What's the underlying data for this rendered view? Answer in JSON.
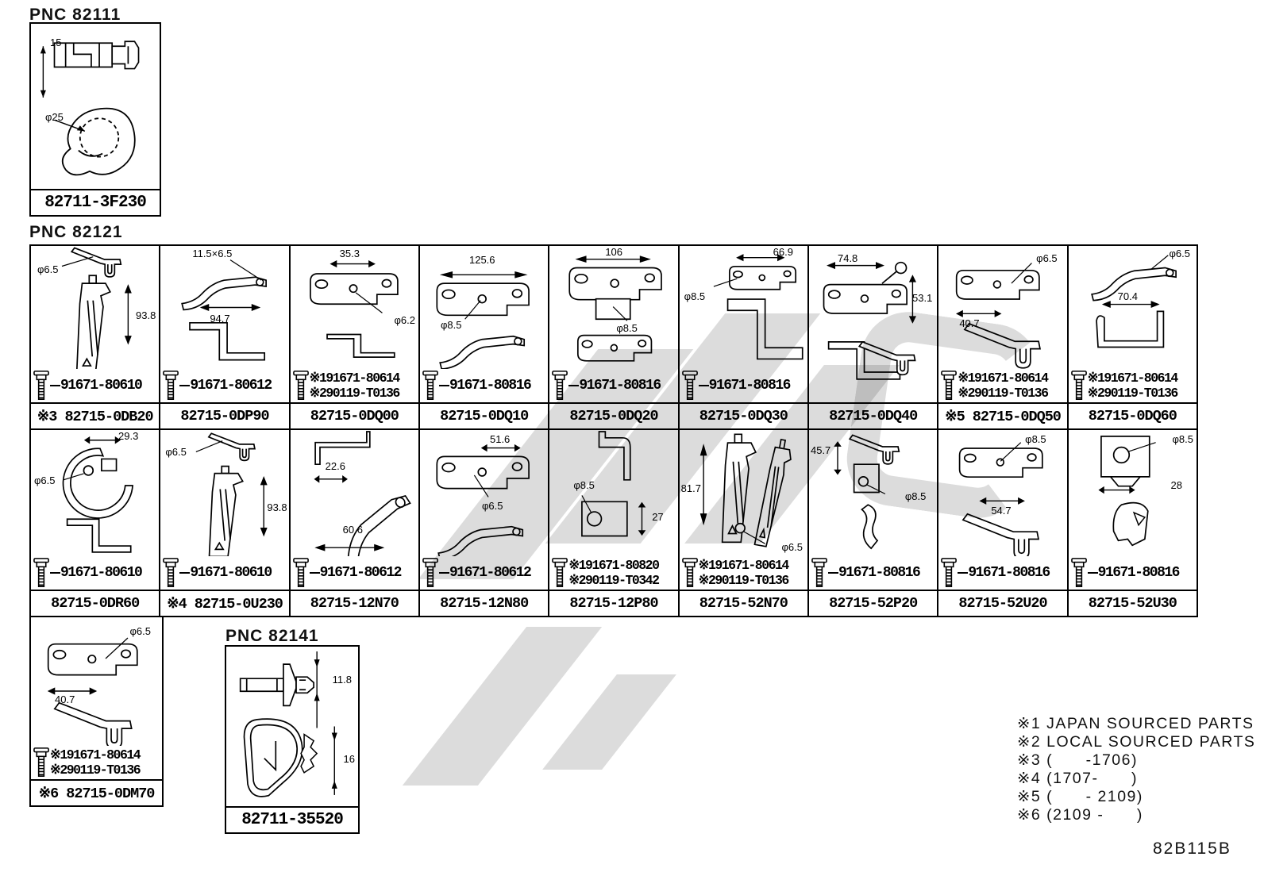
{
  "pnc82111": {
    "label": "PNC 82111",
    "dim_height": "15",
    "dim_dia": "φ25",
    "part": "82711-3F230"
  },
  "pnc82121_label": "PNC 82121",
  "pnc82141": {
    "label": "PNC 82141",
    "dim1": "11.8",
    "dim2": "16",
    "part": "82711-35520"
  },
  "row1": [
    {
      "dims": [
        "φ6.5",
        "93.8"
      ],
      "bolts": [
        "91671-80610"
      ],
      "part": "※3 82715-0DB20"
    },
    {
      "dims": [
        "11.5×6.5",
        "94.7"
      ],
      "bolts": [
        "91671-80612"
      ],
      "part": "82715-0DP90"
    },
    {
      "dims": [
        "35.3",
        "φ6.2"
      ],
      "bolts": [
        "※191671-80614",
        "※290119-T0136"
      ],
      "part": "82715-0DQ00"
    },
    {
      "dims": [
        "125.6",
        "φ8.5"
      ],
      "bolts": [
        "91671-80816"
      ],
      "part": "82715-0DQ10"
    },
    {
      "dims": [
        "106",
        "φ8.5"
      ],
      "bolts": [
        "91671-80816"
      ],
      "part": "82715-0DQ20"
    },
    {
      "dims": [
        "66.9",
        "φ8.5"
      ],
      "bolts": [
        "91671-80816"
      ],
      "part": "82715-0DQ30"
    },
    {
      "dims": [
        "74.8",
        "53.1"
      ],
      "bolts": [],
      "part": "82715-0DQ40"
    },
    {
      "dims": [
        "φ6.5",
        "40.7"
      ],
      "bolts": [
        "※191671-80614",
        "※290119-T0136"
      ],
      "part": "※5 82715-0DQ50"
    },
    {
      "dims": [
        "φ6.5",
        "70.4"
      ],
      "bolts": [
        "※191671-80614",
        "※290119-T0136"
      ],
      "part": "82715-0DQ60"
    }
  ],
  "row2": [
    {
      "dims": [
        "29.3",
        "φ6.5"
      ],
      "bolts": [
        "91671-80610"
      ],
      "part": "82715-0DR60"
    },
    {
      "dims": [
        "φ6.5",
        "93.8"
      ],
      "bolts": [
        "91671-80610"
      ],
      "part": "※4 82715-0U230"
    },
    {
      "dims": [
        "22.6",
        "60.6"
      ],
      "bolts": [
        "91671-80612"
      ],
      "part": "82715-12N70"
    },
    {
      "dims": [
        "51.6",
        "φ6.5"
      ],
      "bolts": [
        "91671-80612"
      ],
      "part": "82715-12N80"
    },
    {
      "dims": [
        "φ8.5",
        "27"
      ],
      "bolts": [
        "※191671-80820",
        "※290119-T0342"
      ],
      "part": "82715-12P80"
    },
    {
      "dims": [
        "81.7",
        "φ6.5"
      ],
      "bolts": [
        "※191671-80614",
        "※290119-T0136"
      ],
      "part": "82715-52N70"
    },
    {
      "dims": [
        "45.7",
        "φ8.5"
      ],
      "bolts": [
        "91671-80816"
      ],
      "part": "82715-52P20"
    },
    {
      "dims": [
        "φ8.5",
        "54.7"
      ],
      "bolts": [
        "91671-80816"
      ],
      "part": "82715-52U20"
    },
    {
      "dims": [
        "φ8.5",
        "28"
      ],
      "bolts": [
        "91671-80816"
      ],
      "part": "82715-52U30"
    }
  ],
  "extra": {
    "dims": [
      "φ6.5",
      "40.7"
    ],
    "bolts": [
      "※191671-80614",
      "※290119-T0136"
    ],
    "part": "※6 82715-0DM70"
  },
  "legend": {
    "lines": [
      "※1 JAPAN SOURCED PARTS",
      "※2 LOCAL SOURCED PARTS",
      "※3 (      -1706)",
      "※4 (1707-      )",
      "※5 (      - 2109)",
      "※6 (2109 -      )"
    ]
  },
  "drawing_code": "82B115B"
}
